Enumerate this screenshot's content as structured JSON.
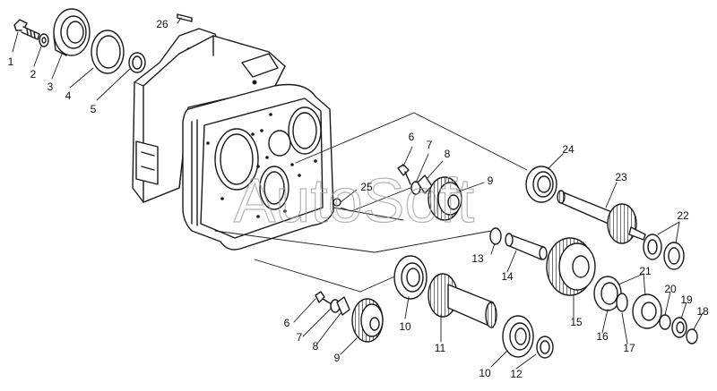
{
  "watermark": "AutoSoft",
  "callouts": [
    {
      "id": "c1",
      "label": "1"
    },
    {
      "id": "c2",
      "label": "2"
    },
    {
      "id": "c3",
      "label": "3"
    },
    {
      "id": "c4",
      "label": "4"
    },
    {
      "id": "c5",
      "label": "5"
    },
    {
      "id": "c6a",
      "label": "6"
    },
    {
      "id": "c7a",
      "label": "7"
    },
    {
      "id": "c8a",
      "label": "8"
    },
    {
      "id": "c9a",
      "label": "9"
    },
    {
      "id": "c6b",
      "label": "6"
    },
    {
      "id": "c7b",
      "label": "7"
    },
    {
      "id": "c8b",
      "label": "8"
    },
    {
      "id": "c9b",
      "label": "9"
    },
    {
      "id": "c10a",
      "label": "10"
    },
    {
      "id": "c10b",
      "label": "10"
    },
    {
      "id": "c11",
      "label": "11"
    },
    {
      "id": "c12",
      "label": "12"
    },
    {
      "id": "c13",
      "label": "13"
    },
    {
      "id": "c14",
      "label": "14"
    },
    {
      "id": "c15",
      "label": "15"
    },
    {
      "id": "c16",
      "label": "16"
    },
    {
      "id": "c17",
      "label": "17"
    },
    {
      "id": "c18",
      "label": "18"
    },
    {
      "id": "c19",
      "label": "19"
    },
    {
      "id": "c20",
      "label": "20"
    },
    {
      "id": "c21",
      "label": "21"
    },
    {
      "id": "c22",
      "label": "22"
    },
    {
      "id": "c23",
      "label": "23"
    },
    {
      "id": "c24",
      "label": "24"
    },
    {
      "id": "c25",
      "label": "25"
    },
    {
      "id": "c26",
      "label": "26"
    }
  ]
}
